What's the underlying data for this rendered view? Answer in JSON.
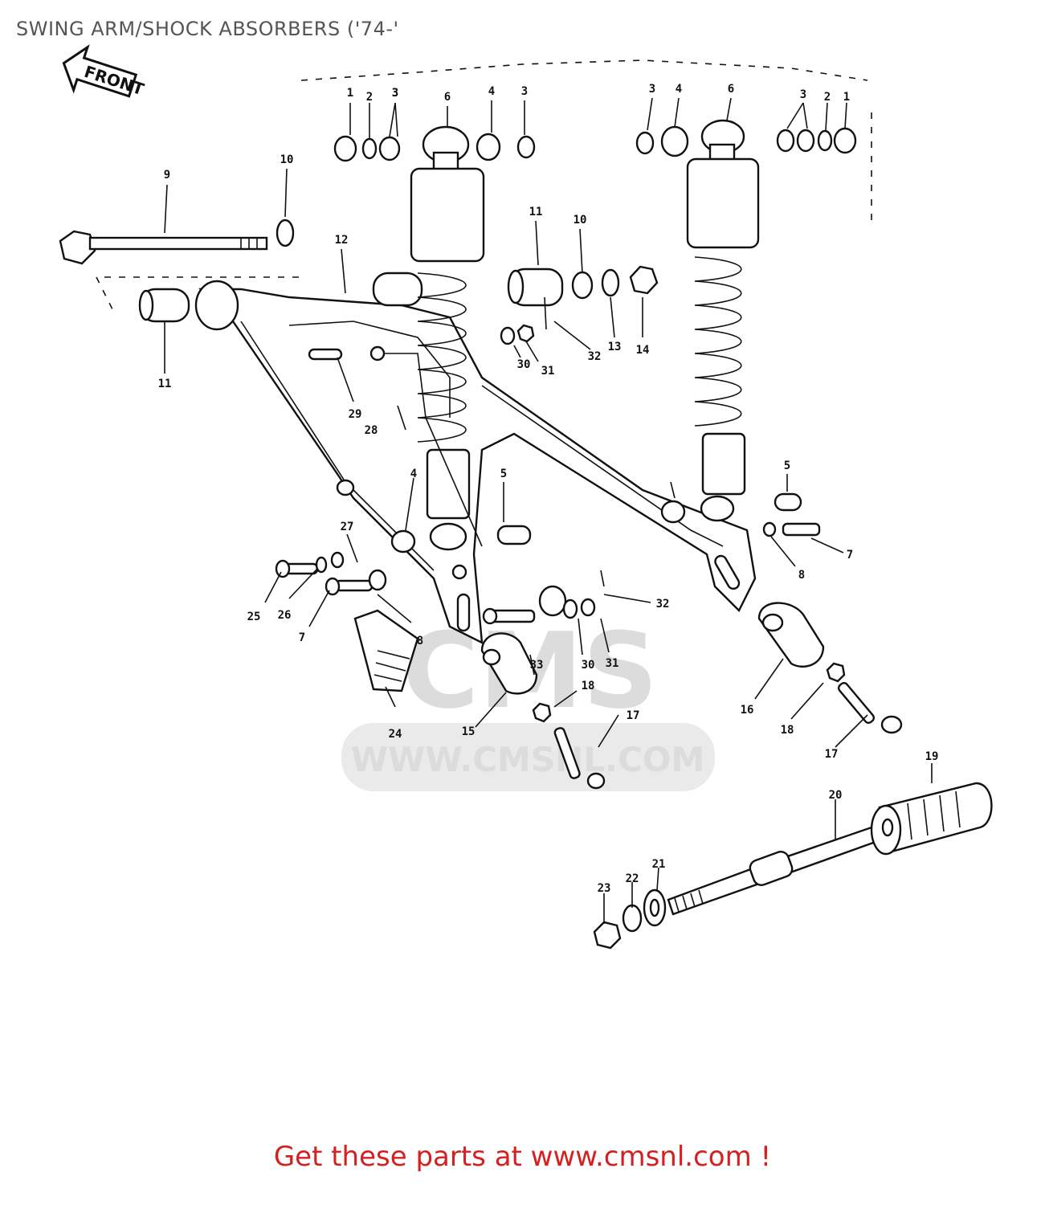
{
  "page": {
    "title": "SWING ARM/SHOCK ABSORBERS ('74-'",
    "cta": "Get these parts at www.cmsnl.com !"
  },
  "diagram": {
    "direction_arrow": "FRONT",
    "watermark": "WWW.CMSNL.COM",
    "watermark_logo": "CMS",
    "colors": {
      "line": "#111111",
      "cta": "#d61f1f",
      "title": "#555555",
      "watermark": "#d9d9d9"
    },
    "callouts": [
      "1",
      "2",
      "3",
      "3",
      "6",
      "4",
      "3",
      "3",
      "4",
      "6",
      "3",
      "2",
      "1",
      "9",
      "10",
      "12",
      "11",
      "11",
      "10",
      "13",
      "14",
      "32",
      "30",
      "31",
      "29",
      "28",
      "5",
      "4",
      "5",
      "7",
      "8",
      "27",
      "25",
      "26",
      "7",
      "8",
      "24",
      "33",
      "30",
      "31",
      "32",
      "15",
      "18",
      "17",
      "16",
      "18",
      "17",
      "19",
      "20",
      "21",
      "22",
      "23"
    ]
  }
}
